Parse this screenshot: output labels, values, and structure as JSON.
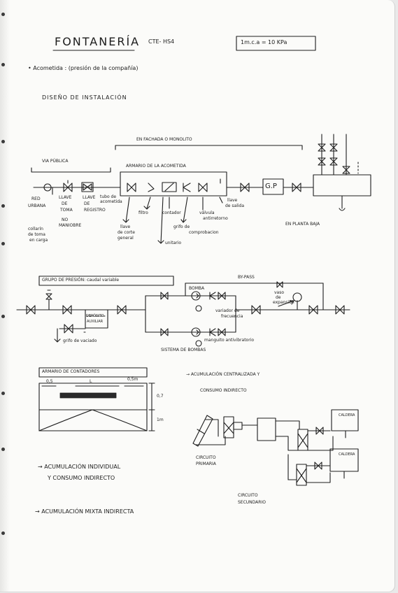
{
  "header": {
    "title": "FONTANERÍA",
    "code": "CTE- HS4",
    "conversion": "1m.c.a = 10 KPa"
  },
  "intro": {
    "acometida": "• Acometida : (presión de la compañía)",
    "diseno": "DISEÑO DE INSTALACIÓN"
  },
  "section1": {
    "facha": "EN FACHADA O MONOLITO",
    "via": "VIA PÚBLICA",
    "armario": "ARMARIO DE LA ACOMETIDA",
    "red": "RED",
    "urbana": "URBANA",
    "llave": "LLAVE",
    "de": "DE",
    "toma": "TOMA",
    "llave_reg": "LLAVE",
    "de_reg": "DE",
    "registro": "REGISTRO",
    "tubo": "tubo de",
    "acometida_small": "acometida",
    "no": "NO",
    "maniobre": "MANIOBRE",
    "collarin": "collarín",
    "de_toma": "de toma",
    "en_carga": "en carga",
    "llave_corte": "llave",
    "de_corte": "de corte",
    "general": "general",
    "filtro": "filtro",
    "contador": "contador",
    "valvula": "válvula",
    "antirretorno": "antirretorno",
    "llave_salida": "llave",
    "de_salida": "de salida",
    "grifo": "grifo de",
    "comprobacion": "comprobacion",
    "unitario": "unitario",
    "gp": "G.P",
    "planta_baja": "EN PLANTA BAJA"
  },
  "section2": {
    "title": "GRUPO DE PRESIÓN: caudal variable",
    "bypass": "BY-PASS",
    "bomba": "BOMBA",
    "vaso1": "vaso",
    "vaso2": "de",
    "vaso3": "expansión",
    "variador": "variador de",
    "frecuencia": "frecuencia",
    "deposito1": "DEPÓSITO",
    "deposito2": "AUXILIAR",
    "grifo_vaciado": "grifo de vaciado",
    "manguito": "manguito antivibratorio",
    "sistema": "SISTEMA DE BOMBAS"
  },
  "section3": {
    "title": "ARMARIO DE CONTADORES",
    "dim1": "0,5",
    "dimL": "L",
    "dim2": "0,5m",
    "dim3": "0,7",
    "dim4": "1m",
    "acum_cent1": "→ ACUMULACIÓN CENTRALIZADA Y",
    "acum_cent2": "CONSUMO INDIRECTO",
    "caldera1": "CALDERA",
    "caldera2": "CALDERA",
    "circuito1": "CIRCUITO",
    "primaria": "PRIMARIA",
    "circuito2": "CIRCUITO",
    "secundario": "SECUNDARIO",
    "acum_ind1": "→ ACUMULACIÓN INDIVIDUAL",
    "acum_ind2": "Y CONSUMO INDIRECTO",
    "acum_mixta": "→ ACUMULACIÓN MIXTA INDIRECTA"
  }
}
